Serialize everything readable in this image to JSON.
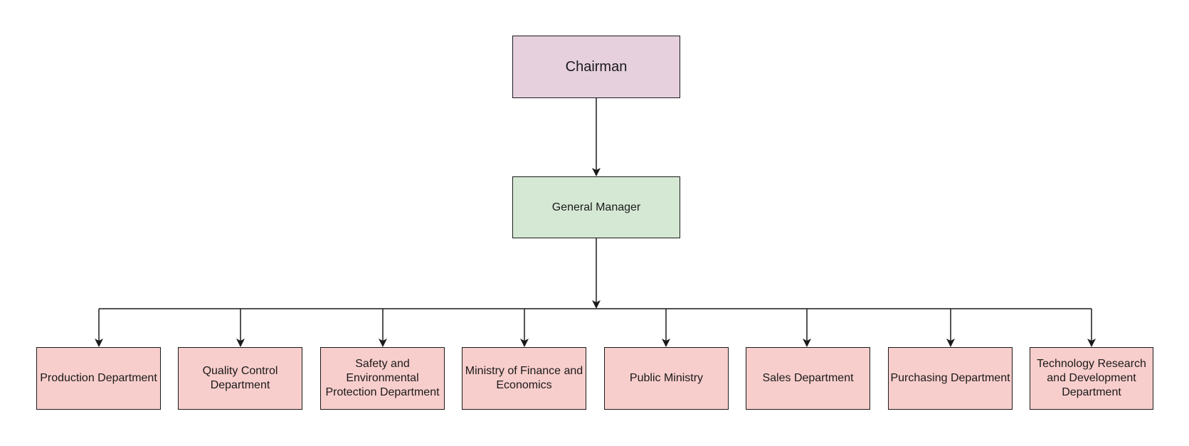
{
  "colors": {
    "chairman_fill": "#e6d0de",
    "manager_fill": "#d5e8d4",
    "department_fill": "#f8cecc",
    "line": "#1a1a1a"
  },
  "nodes": {
    "chairman": "Chairman",
    "general_manager": "General Manager",
    "departments": [
      "Production Department",
      "Quality Control Department",
      "Safety and Environmental Protection Department",
      "Ministry of Finance and Economics",
      "Public Ministry",
      "Sales Department",
      "Purchasing Department",
      "Technology Research and Development Department"
    ]
  }
}
